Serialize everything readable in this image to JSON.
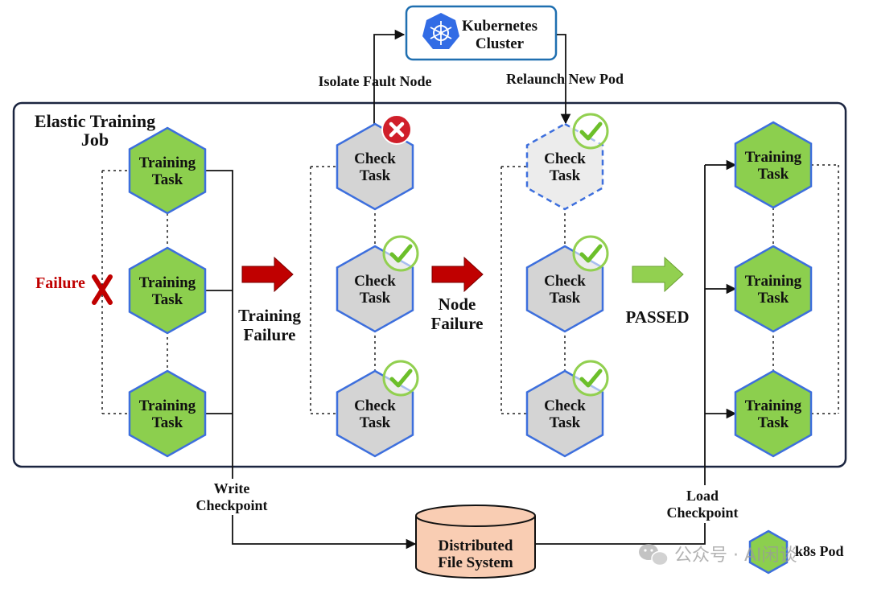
{
  "job_title_line1": "Elastic Training",
  "job_title_line2": "Job",
  "cluster": {
    "line1": "Kubernetes",
    "line2": "Cluster"
  },
  "training_task": {
    "line1": "Training",
    "line2": "Task"
  },
  "check_task": {
    "line1": "Check",
    "line2": "Task"
  },
  "failure_label": "Failure",
  "isolate_label": "Isolate Fault Node",
  "relaunch_label": "Relaunch New Pod",
  "training_failure": {
    "line1": "Training",
    "line2": "Failure"
  },
  "node_failure": {
    "line1": "Node",
    "line2": "Failure"
  },
  "passed_label": "PASSED",
  "write_checkpoint": {
    "line1": "Write",
    "line2": "Checkpoint"
  },
  "load_checkpoint": {
    "line1": "Load",
    "line2": "Checkpoint"
  },
  "dfs": {
    "line1": "Distributed",
    "line2": "File System"
  },
  "legend_label": "k8s Pod",
  "watermark": "公众号 · AI闲谈",
  "colors": {
    "training_fill": "#8ccf4e",
    "check_fill": "#d4d4d4",
    "hex_stroke": "#3d6fdd",
    "red_arrow": "#c00000",
    "green_arrow": "#92d050",
    "dfs_fill": "#f9cdb3",
    "cluster_border": "#1f6fb0"
  }
}
